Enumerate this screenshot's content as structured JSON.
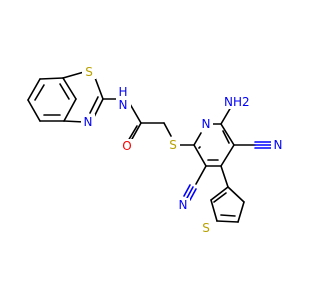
{
  "colors": {
    "carbon_bond": "#000000",
    "nitrogen": "#0000ff",
    "oxygen": "#ff0000",
    "sulfur": "#b8a200"
  },
  "atoms": {
    "benzothiazole_s": "S",
    "benzothiazole_n": "N",
    "amide_nh": "N",
    "amide_h": "H",
    "carbonyl_o": "O",
    "thioether_s": "S",
    "pyridine_n": "N",
    "amino_n": "N",
    "amino_h2": "H2",
    "nitrile_n_right": "N",
    "nitrile_n_left": "N",
    "thiophene_s": "S"
  }
}
